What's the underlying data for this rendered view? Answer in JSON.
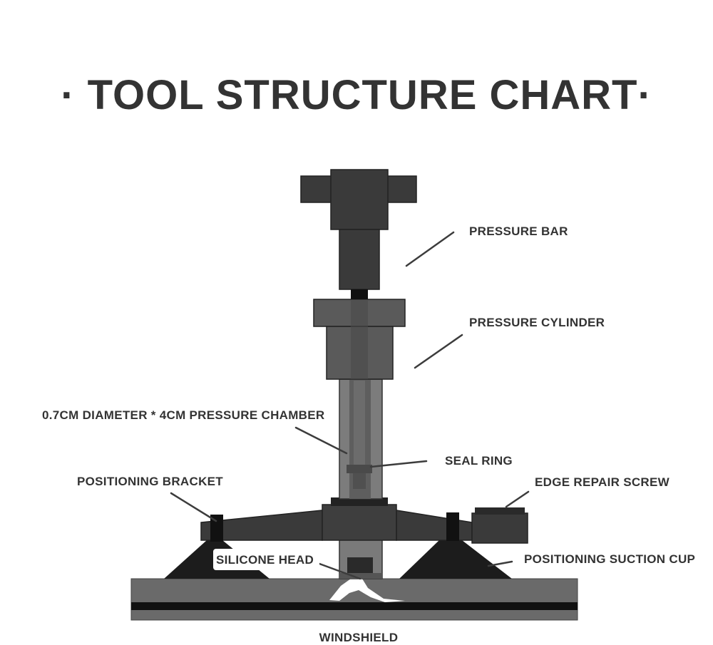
{
  "title": "· TOOL STRUCTURE CHART·",
  "labels": {
    "pressure_bar": "PRESSURE BAR",
    "pressure_cylinder": "PRESSURE CYLINDER",
    "pressure_chamber": "0.7CM DIAMETER * 4CM PRESSURE CHAMBER",
    "seal_ring": "SEAL RING",
    "positioning_bracket": "POSITIONING BRACKET",
    "edge_repair_screw": "EDGE REPAIR SCREW",
    "silicone_head": "SILICONE HEAD",
    "positioning_suction_cup": "POSITIONING SUCTION CUP",
    "windshield": "WINDSHIELD"
  },
  "colors": {
    "text": "#333333",
    "dark_part": "#3a3a3a",
    "mid_part": "#5a5a5a",
    "cylinder": "#6e6e6e",
    "windshield_glass": "#6a6a6a",
    "windshield_layer": "#111111"
  }
}
